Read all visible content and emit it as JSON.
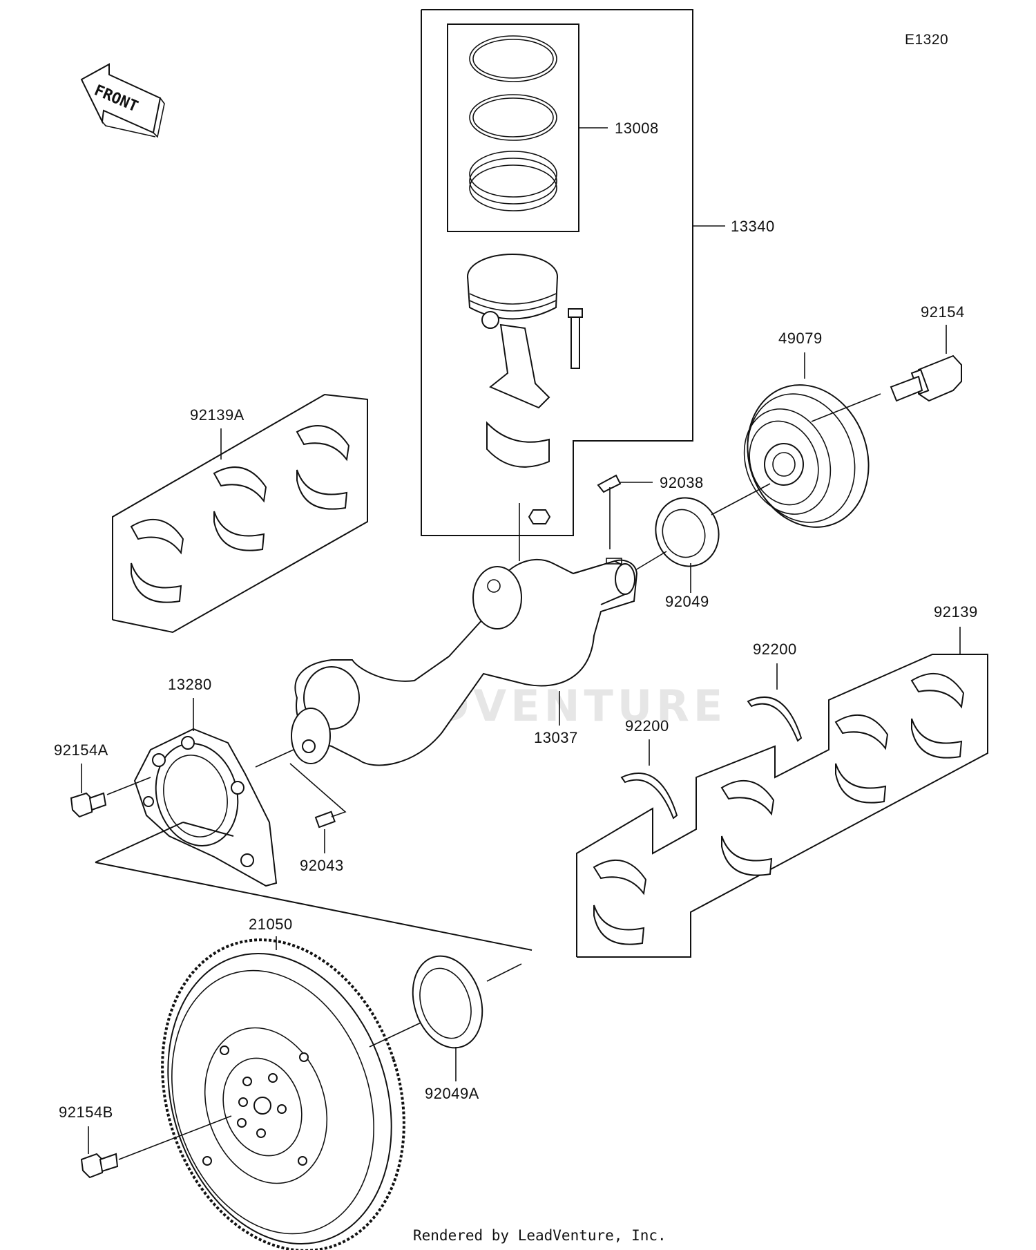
{
  "diagram": {
    "code": "E1320",
    "front_label": "FRONT",
    "watermark": "LEADVENTURE",
    "footer": "Rendered by LeadVenture, Inc."
  },
  "parts": {
    "p13008": "13008",
    "p13340": "13340",
    "p92154": "92154",
    "p49079": "49079",
    "p92139A": "92139A",
    "p92038": "92038",
    "p92049": "92049",
    "p92139": "92139",
    "p92200_upper": "92200",
    "p92200_lower": "92200",
    "p13280": "13280",
    "p13037": "13037",
    "p92154A": "92154A",
    "p92043": "92043",
    "p21050": "21050",
    "p92049A": "92049A",
    "p92154B": "92154B"
  }
}
